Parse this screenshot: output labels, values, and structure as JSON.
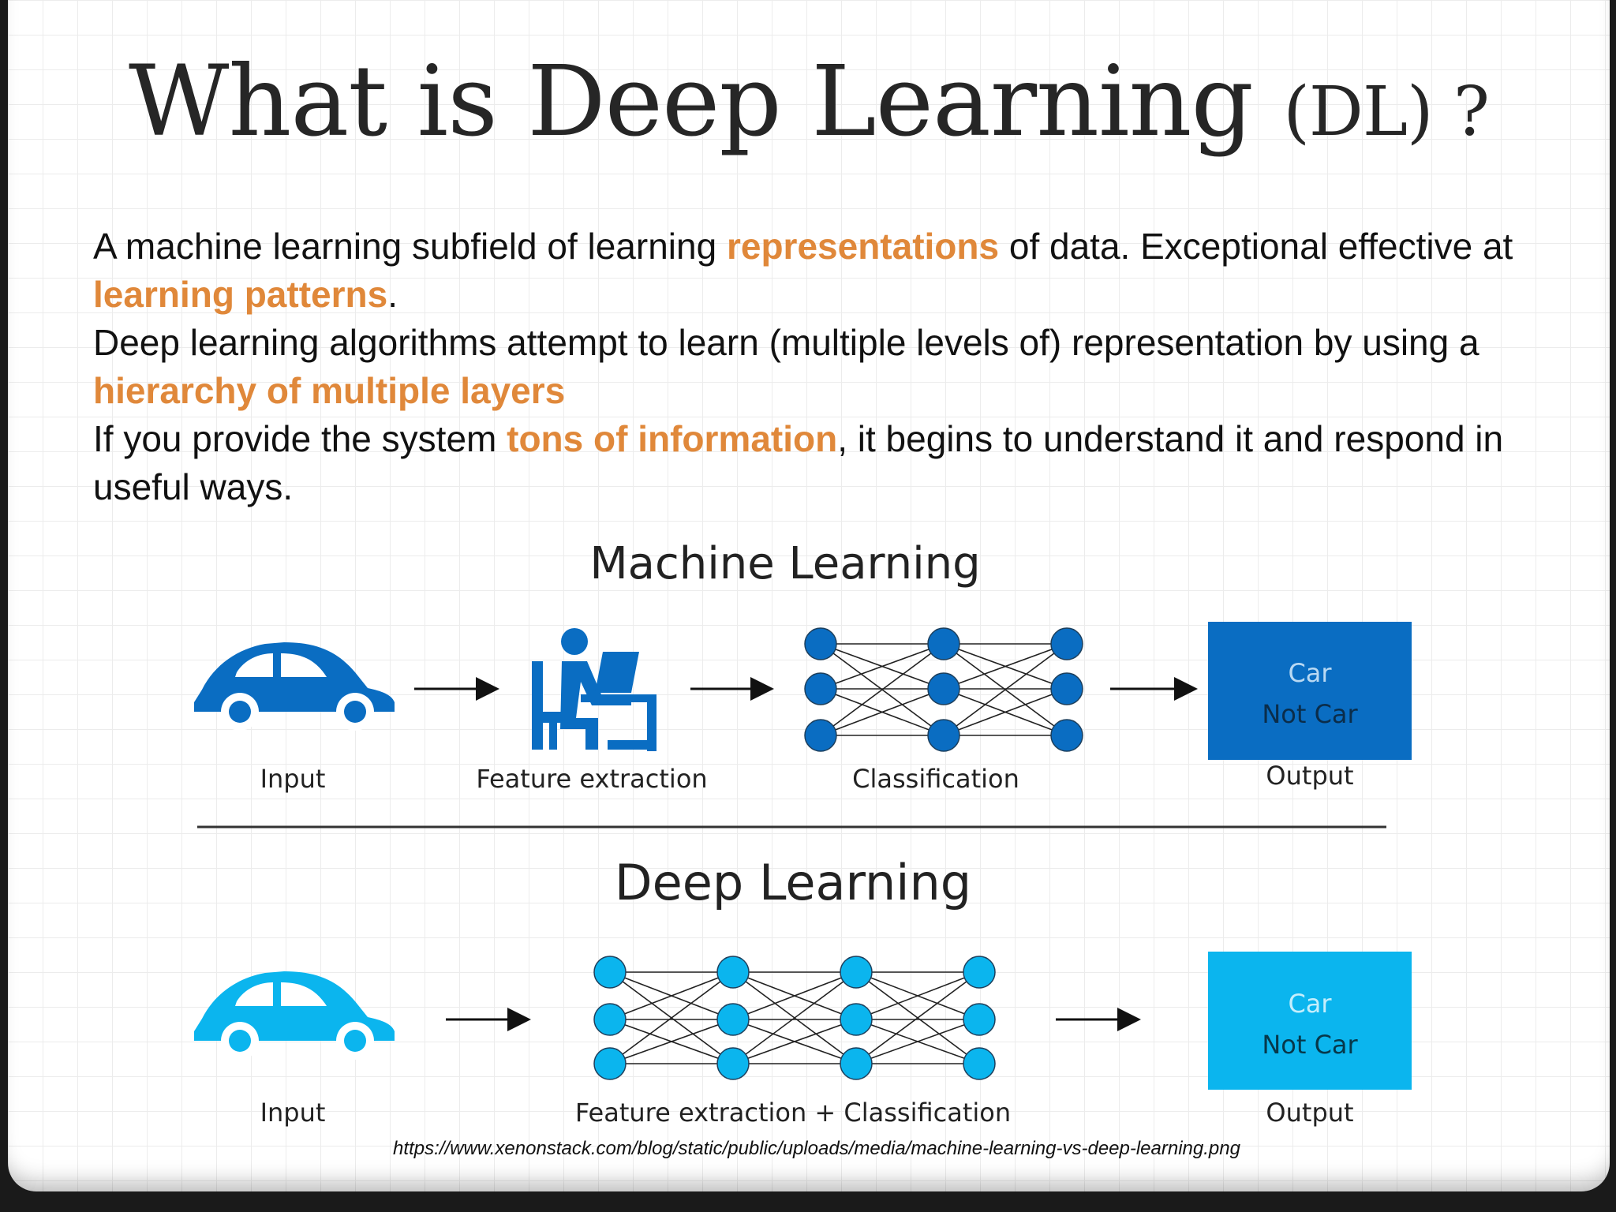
{
  "slide": {
    "title_main": "What is Deep Learning",
    "title_abbrev": "(DL) ?",
    "paragraph1": {
      "t1": "A machine learning subfield of learning ",
      "h1": "representations",
      "t2": " of data. Exceptional effective at ",
      "h2": "learning patterns",
      "t3": "."
    },
    "paragraph2": {
      "t1": "Deep learning algorithms attempt to learn (multiple levels of) representation by using a ",
      "h1": "hierarchy of multiple layers"
    },
    "paragraph3": {
      "t1": "If you provide the system ",
      "h1": "tons of information",
      "t2": ", it begins to understand it and respond in useful ways."
    },
    "highlight_color": "#E0883A",
    "source": "https://www.xenonstack.com/blog/static/public/uploads/media/machine-learning-vs-deep-learning.png"
  },
  "diagram": {
    "ml": {
      "heading": "Machine Learning",
      "color": "#0A6DC2",
      "input_label": "Input",
      "feature_label": "Feature extraction",
      "classification_label": "Classification",
      "output_label": "Output",
      "output_line1": "Car",
      "output_line2": "Not Car",
      "network_layers": 3,
      "nodes_per_layer": 3
    },
    "dl": {
      "heading": "Deep Learning",
      "color": "#0BB5EE",
      "input_label": "Input",
      "combined_label": "Feature extraction + Classification",
      "output_label": "Output",
      "output_line1": "Car",
      "output_line2": "Not Car",
      "network_layers": 4,
      "nodes_per_layer": 3
    },
    "icons": [
      "car-icon",
      "person-at-desk-icon",
      "neural-network-icon",
      "arrow-right-icon"
    ]
  }
}
